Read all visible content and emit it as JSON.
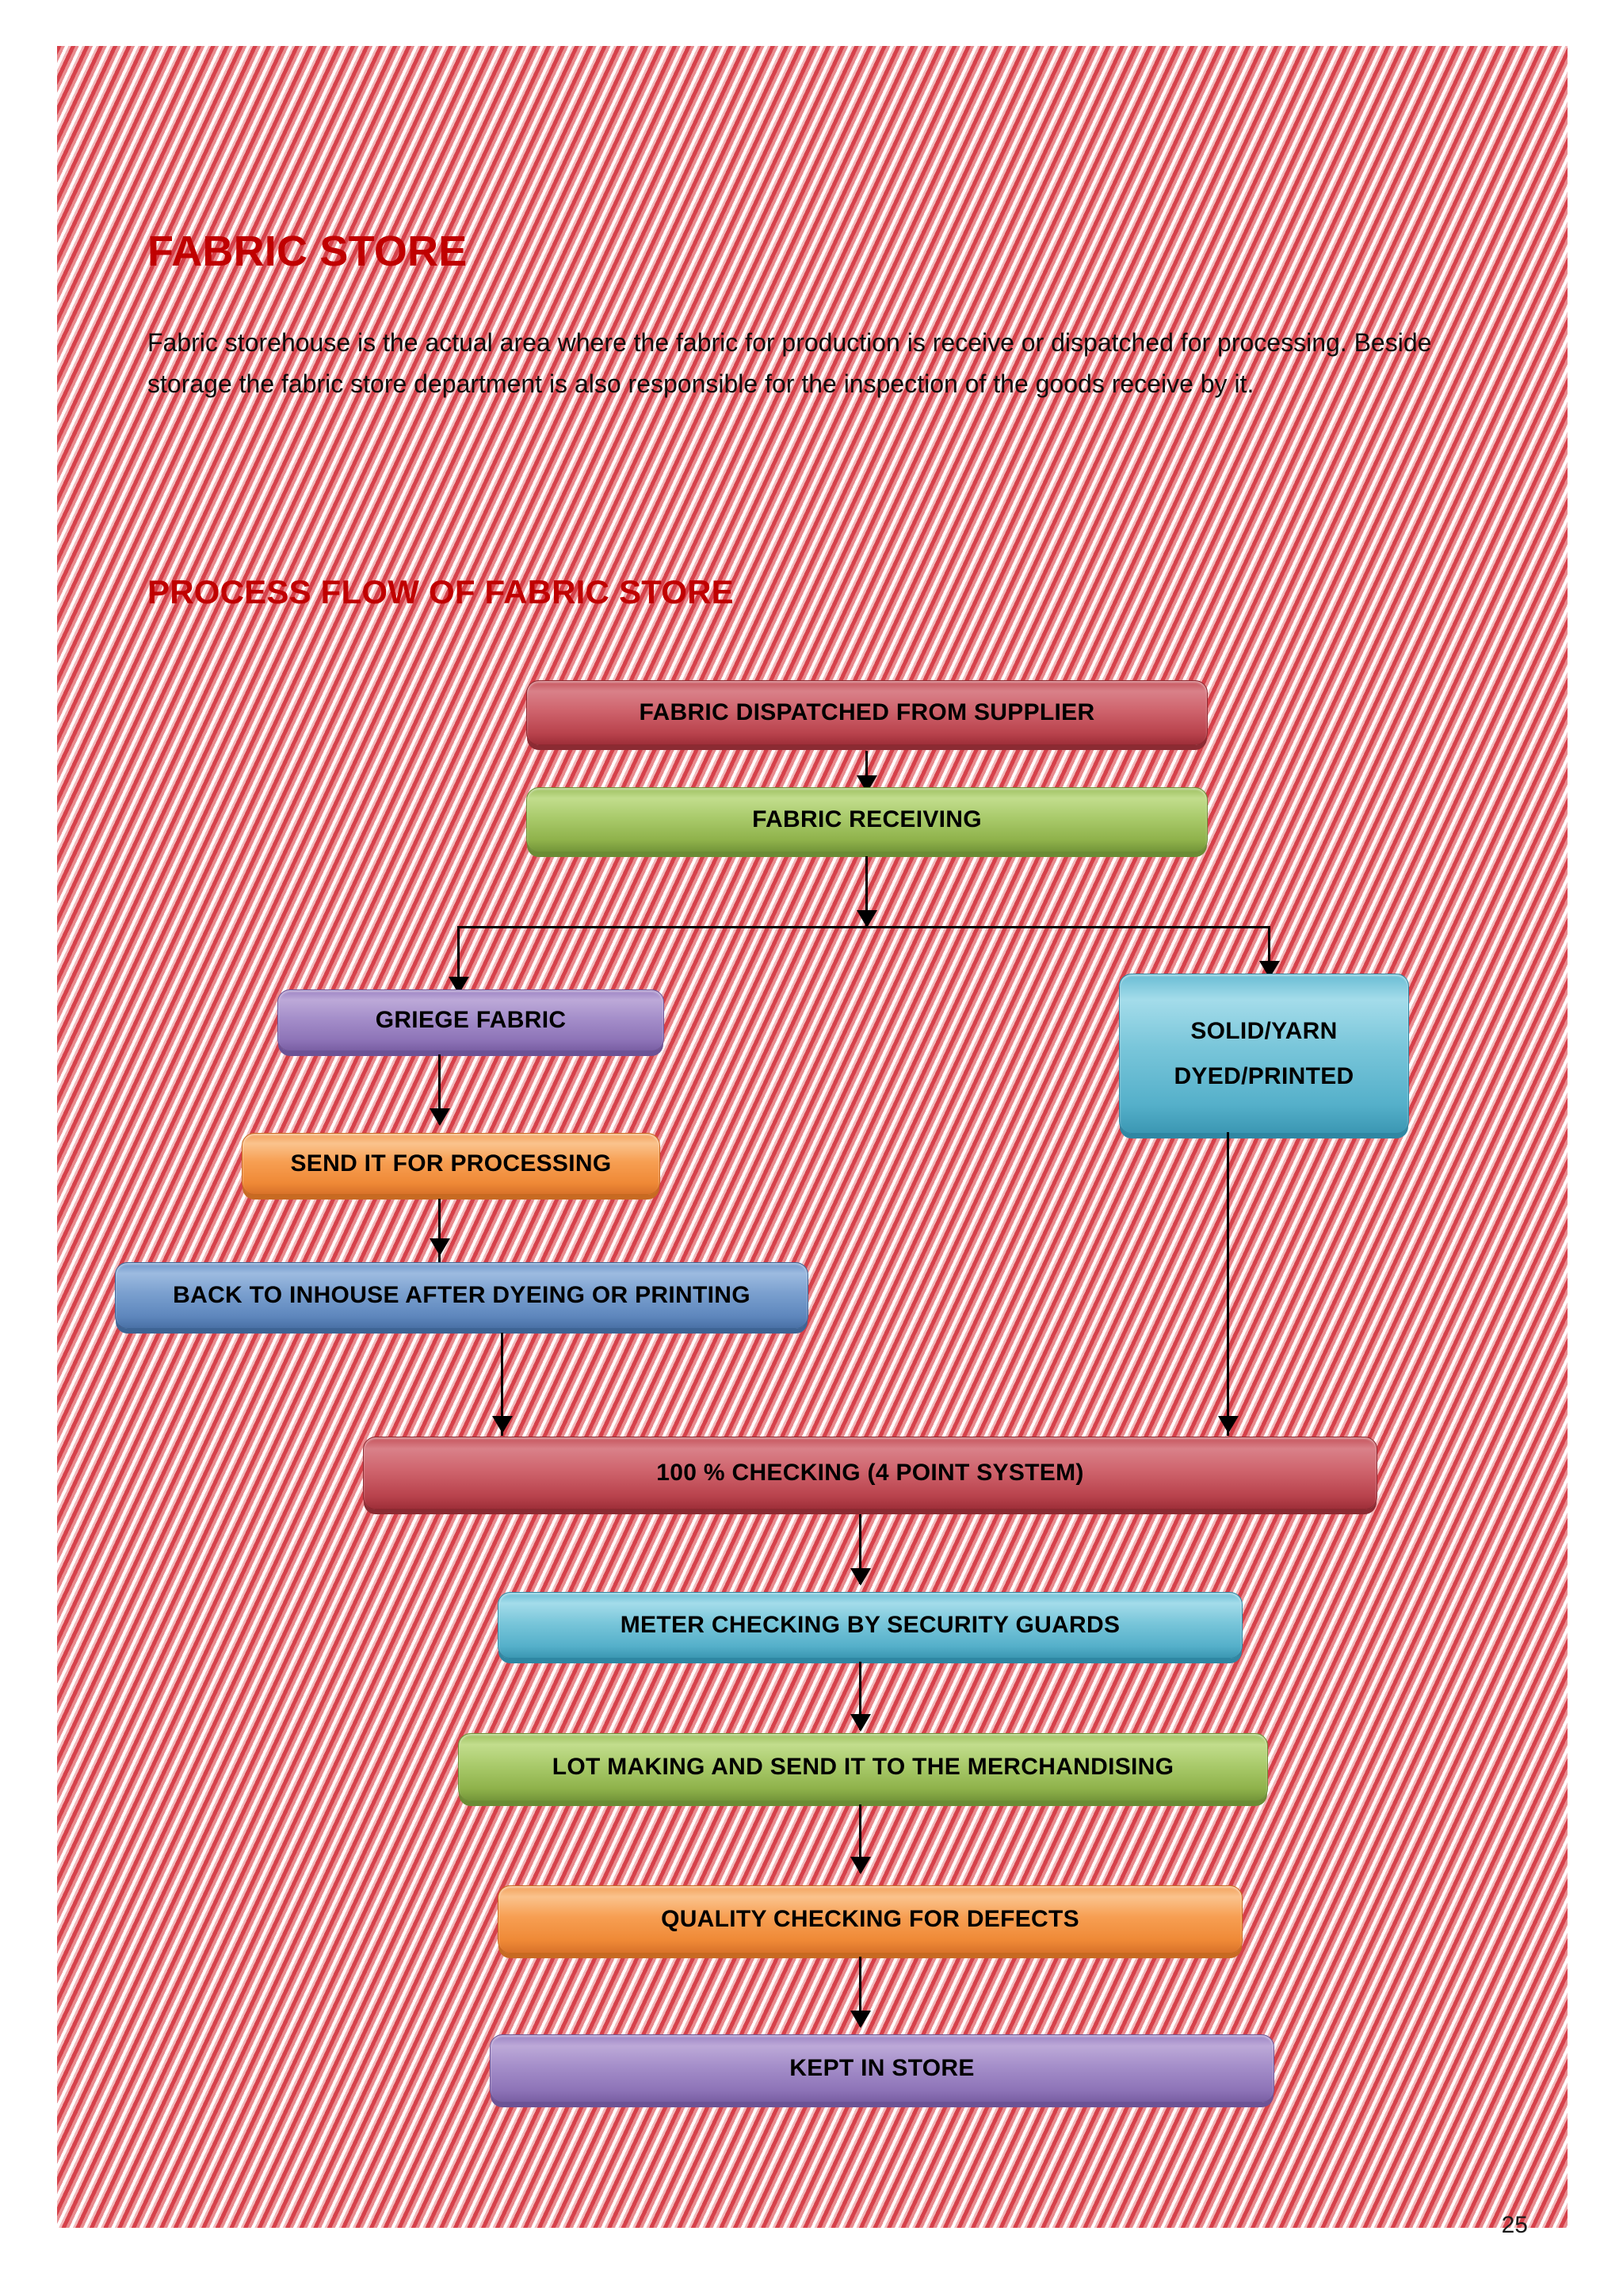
{
  "page": {
    "number": "25",
    "border_color": "#d6414a",
    "heading_color": "#C00000"
  },
  "headings": {
    "main": "FABRIC STORE",
    "section": "PROCESS FLOW OF FABRIC STORE"
  },
  "body": {
    "intro": "Fabric storehouse is the actual area where the fabric for production is receive or dispatched for processing. Beside storage the fabric store department is also responsible for the inspection of the goods receive by it."
  },
  "chart_data": {
    "type": "diagram",
    "title": "PROCESS FLOW OF FABRIC STORE",
    "nodes": [
      {
        "id": "n1",
        "label": "FABRIC DISPATCHED FROM SUPPLIER",
        "color": "#c4525a",
        "skin": "sk-red"
      },
      {
        "id": "n2",
        "label": "FABRIC RECEIVING",
        "color": "#9dbf60",
        "skin": "sk-green"
      },
      {
        "id": "n3",
        "label": "GRIEGE FABRIC",
        "color": "#9b82c2",
        "skin": "sk-purple"
      },
      {
        "id": "n4",
        "label": "SOLID/YARN DYED/PRINTED",
        "color": "#69bdd4",
        "skin": "sk-cyan"
      },
      {
        "id": "n5",
        "label": "SEND IT FOR PROCESSING",
        "color": "#f2a05a",
        "skin": "sk-orange"
      },
      {
        "id": "n6",
        "label": "BACK TO INHOUSE AFTER DYEING OR PRINTING",
        "color": "#6f96c9",
        "skin": "sk-steelblue"
      },
      {
        "id": "n7",
        "label": "100 % CHECKING (4 POINT SYSTEM)",
        "color": "#c4525a",
        "skin": "sk-red"
      },
      {
        "id": "n8",
        "label": "METER CHECKING BY SECURITY GUARDS",
        "color": "#69bdd4",
        "skin": "sk-cyan"
      },
      {
        "id": "n9",
        "label": "LOT MAKING AND SEND IT TO THE MERCHANDISING",
        "color": "#9dbf60",
        "skin": "sk-green"
      },
      {
        "id": "n10",
        "label": "QUALITY CHECKING FOR DEFECTS",
        "color": "#f2a05a",
        "skin": "sk-orange"
      },
      {
        "id": "n11",
        "label": "KEPT IN STORE",
        "color": "#9b82c2",
        "skin": "sk-purple"
      }
    ],
    "node_lines": {
      "n4_line1": "SOLID/YARN",
      "n4_line2": "DYED/PRINTED"
    },
    "edges": [
      {
        "from": "n1",
        "to": "n2"
      },
      {
        "from": "n2",
        "to": "n3"
      },
      {
        "from": "n2",
        "to": "n4"
      },
      {
        "from": "n3",
        "to": "n5"
      },
      {
        "from": "n5",
        "to": "n6"
      },
      {
        "from": "n6",
        "to": "n7"
      },
      {
        "from": "n4",
        "to": "n7"
      },
      {
        "from": "n7",
        "to": "n8"
      },
      {
        "from": "n8",
        "to": "n9"
      },
      {
        "from": "n9",
        "to": "n10"
      },
      {
        "from": "n10",
        "to": "n11"
      }
    ]
  }
}
